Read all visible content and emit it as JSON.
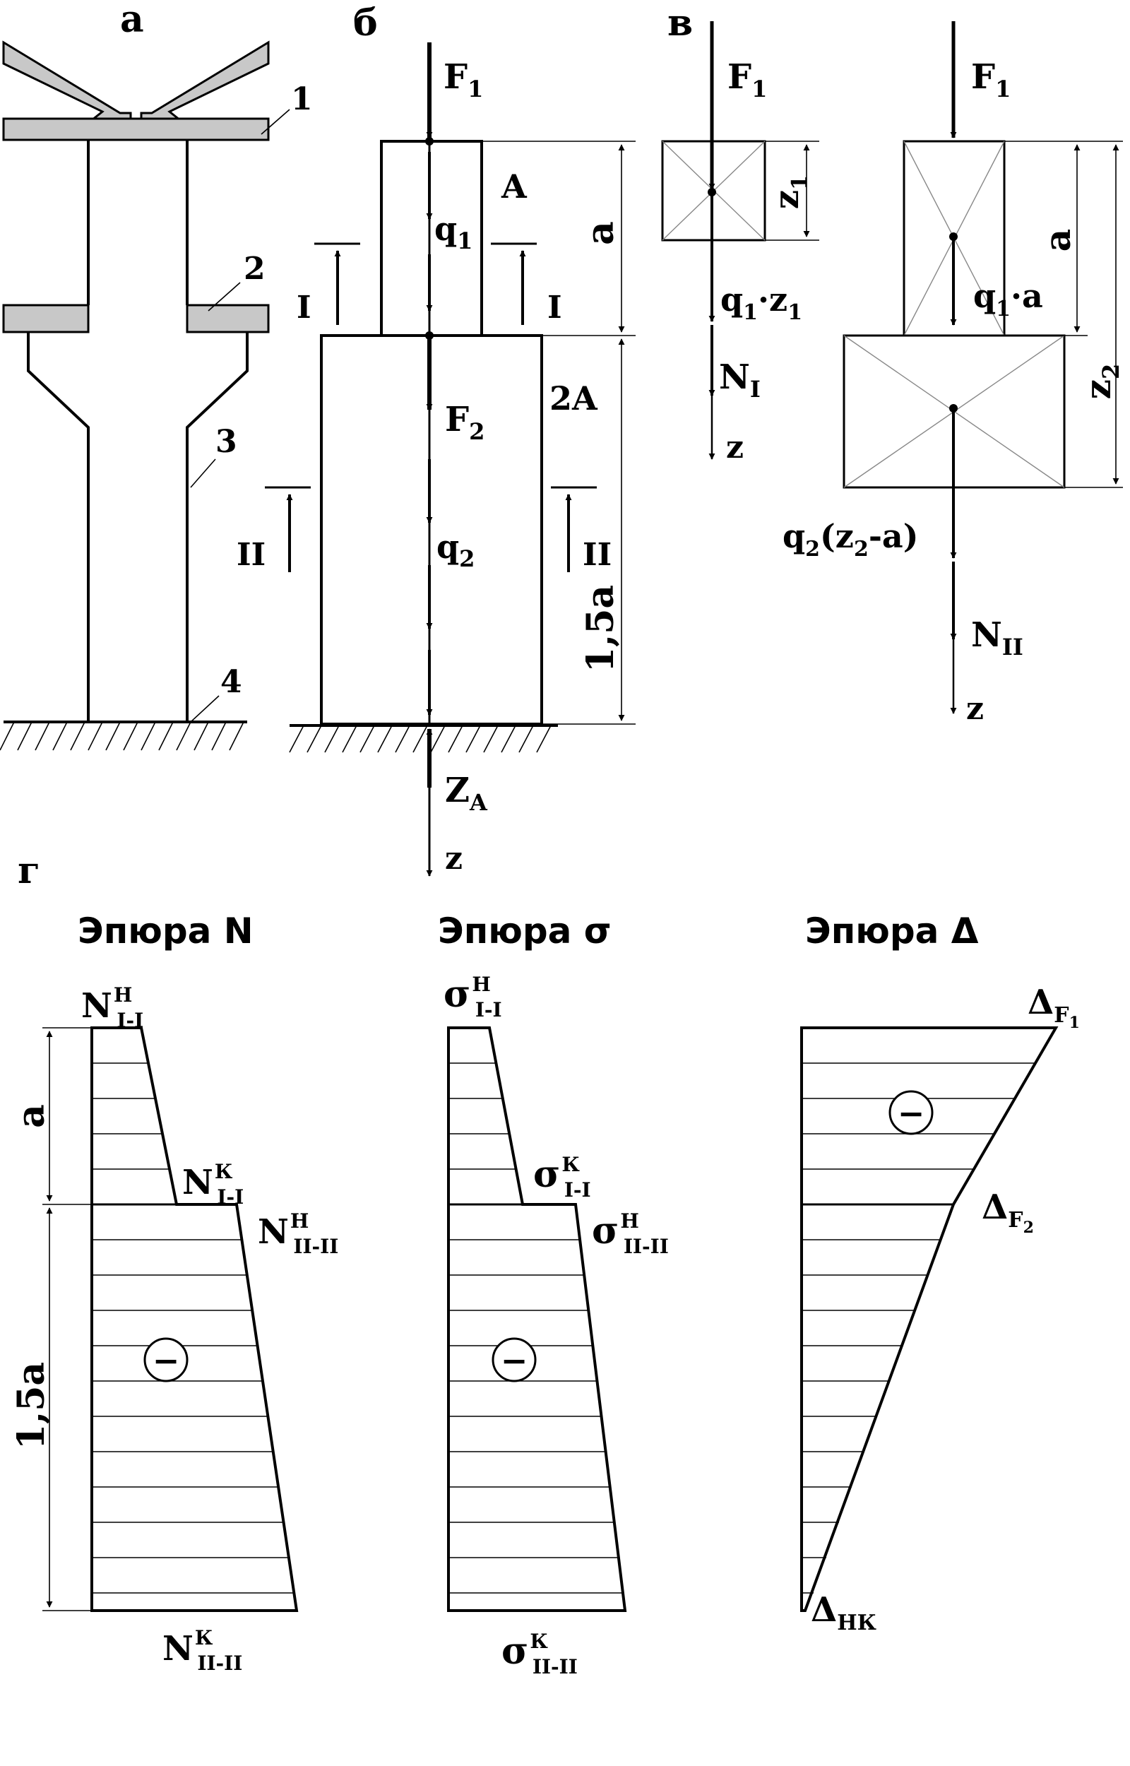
{
  "panels": {
    "a": {
      "label": "а",
      "callouts": [
        "1",
        "2",
        "3",
        "4"
      ]
    },
    "b": {
      "label": "б",
      "loads": {
        "F1": "F",
        "F1_sub": "1",
        "F2": "F",
        "F2_sub": "2",
        "q1": "q",
        "q1_sub": "1",
        "q2": "q",
        "q2_sub": "2",
        "ZA": "Z",
        "ZA_sub": "A"
      },
      "areas": {
        "top": "A",
        "bottom": "2A"
      },
      "sections": {
        "first": "I",
        "second": "II"
      },
      "lengths": {
        "top": "a",
        "bottom": "1,5a"
      },
      "axis": "z"
    },
    "v": {
      "label": "в",
      "cut1": {
        "F1": "F",
        "F1_sub": "1",
        "z1": "z",
        "z1_sub": "1",
        "dist": "q",
        "dist_sub": "1",
        "dist_tail": "·z",
        "dist_tail_sub": "1",
        "N": "N",
        "N_sub": "I",
        "axis": "z"
      },
      "cut2": {
        "F1": "F",
        "F1_sub": "1",
        "a": "a",
        "z2": "z",
        "z2_sub": "2",
        "dist1": "q",
        "dist1_sub": "1",
        "dist1_tail": "·a",
        "dist2": "q",
        "dist2_sub": "2",
        "dist2_mid": "(z",
        "dist2_mid_sub": "2",
        "dist2_tail": "-a)",
        "N": "N",
        "N_sub": "II",
        "axis": "z"
      }
    },
    "g": {
      "label": "г",
      "titles": [
        "Эпюра N",
        "Эпюра σ",
        "Эпюра Δ"
      ],
      "minus": "−",
      "lengths": {
        "top": "a",
        "bottom": "1,5a"
      },
      "N_labels": {
        "n1": {
          "base": "N",
          "sup": "Н",
          "sub": "I-I"
        },
        "n2": {
          "base": "N",
          "sup": "К",
          "sub": "I-I"
        },
        "n3": {
          "base": "N",
          "sup": "Н",
          "sub": "II-II"
        },
        "n4": {
          "base": "N",
          "sup": "К",
          "sub": "II-II"
        }
      },
      "S_labels": {
        "s1": {
          "base": "σ",
          "sup": "Н",
          "sub": "I-I"
        },
        "s2": {
          "base": "σ",
          "sup": "К",
          "sub": "I-I"
        },
        "s3": {
          "base": "σ",
          "sup": "Н",
          "sub": "II-II"
        },
        "s4": {
          "base": "σ",
          "sup": "К",
          "sub": "II-II"
        }
      },
      "D_labels": {
        "d1": {
          "base": "Δ",
          "sub": "F",
          "subsub": "1"
        },
        "d2": {
          "base": "Δ",
          "sub": "F",
          "subsub": "2"
        },
        "d3": {
          "base": "Δ",
          "sub": "НК"
        }
      }
    }
  }
}
